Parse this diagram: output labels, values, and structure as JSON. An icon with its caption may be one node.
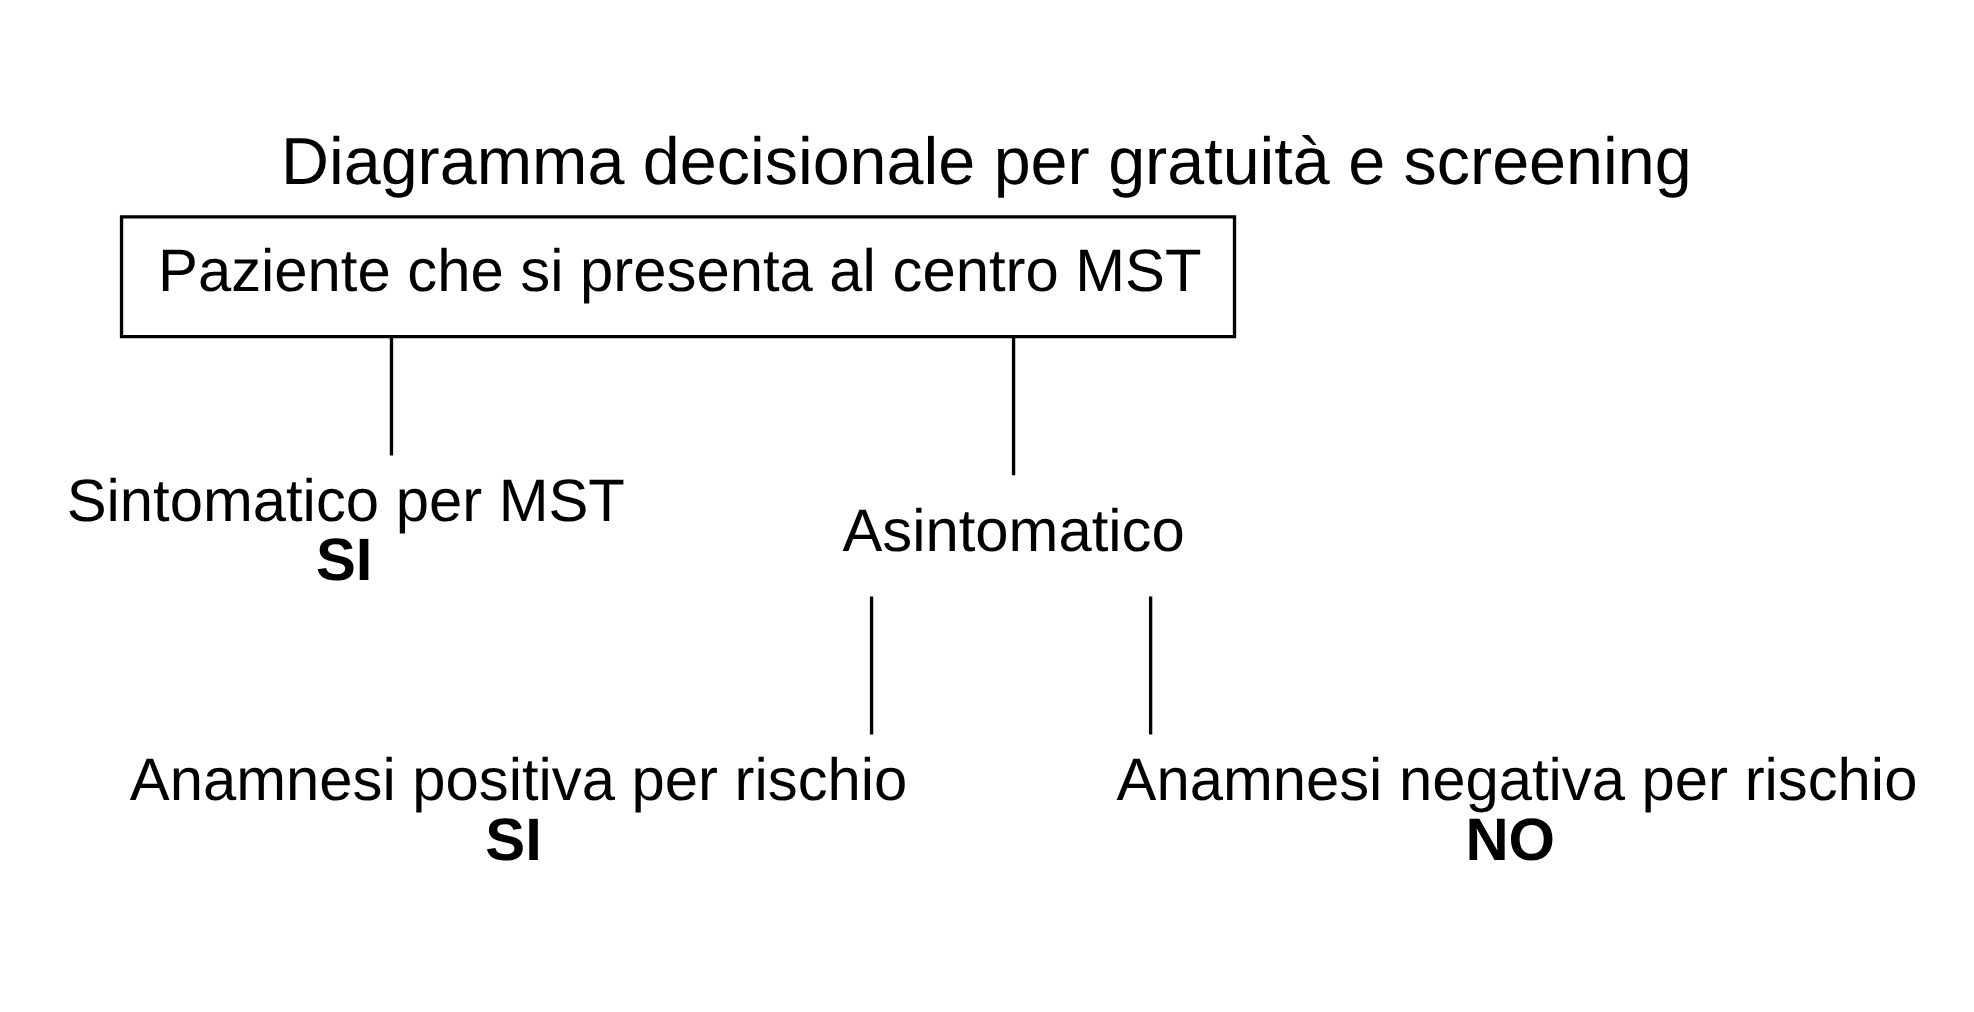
{
  "diagram": {
    "title": "Diagramma decisionale per gratuità e screening",
    "nodes": [
      {
        "text": [
          "Paziente che si presenta al centro MST"
        ]
      },
      {
        "text": [
          "Sintomatico per MST",
          "SI"
        ]
      },
      {
        "text": [
          "Asintomatico"
        ]
      },
      {
        "text": [
          "Anamnesi positiva per rischio",
          "SI"
        ]
      },
      {
        "text": [
          "Anamnesi negativa per rischio",
          "NO"
        ]
      }
    ],
    "edges": [
      {
        "from": 0,
        "to": 1,
        "arrow": "none"
      },
      {
        "from": 0,
        "to": 2,
        "arrow": "none"
      },
      {
        "from": 2,
        "to": 3,
        "arrow": "none"
      },
      {
        "from": 2,
        "to": 4,
        "arrow": "none"
      }
    ]
  }
}
